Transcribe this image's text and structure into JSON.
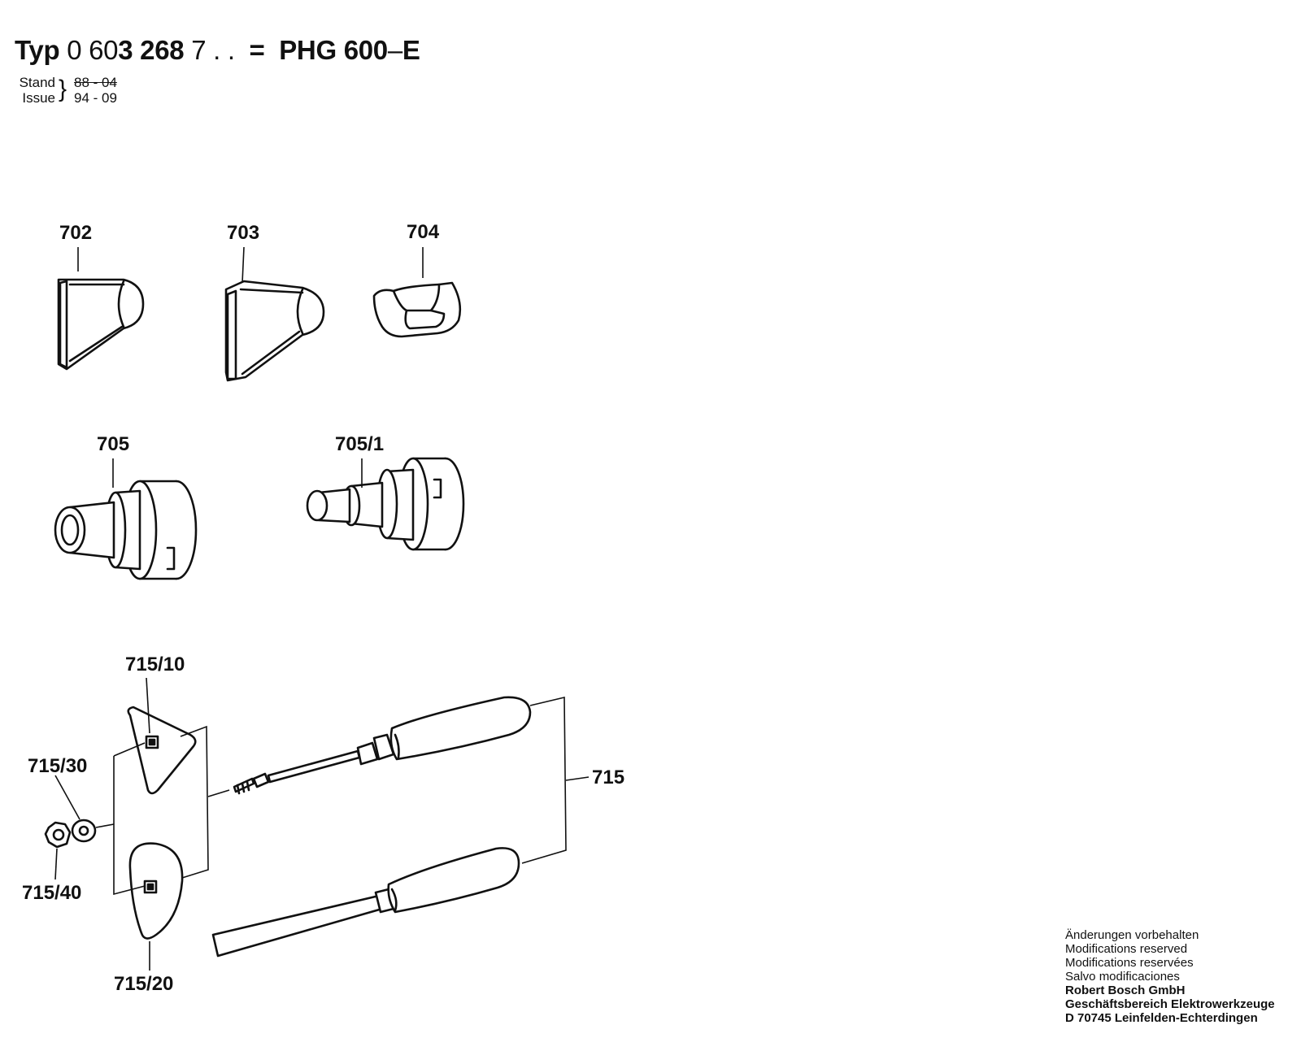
{
  "header": {
    "typ_label": "Typ",
    "typ_prefix": "0 60",
    "typ_code": "3 268",
    "typ_suffix": "7 . .",
    "equals": "=",
    "model": "PHG 600",
    "model_dash": "–",
    "model_variant": "E",
    "stand_label": "Stand",
    "issue_label": "Issue",
    "stand_value": "88 - 04",
    "issue_value": "94 - 09"
  },
  "parts": [
    {
      "id": "702"
    },
    {
      "id": "703"
    },
    {
      "id": "704"
    },
    {
      "id": "705"
    },
    {
      "id": "705/1"
    },
    {
      "id": "715/10"
    },
    {
      "id": "715/30"
    },
    {
      "id": "715"
    },
    {
      "id": "715/40"
    },
    {
      "id": "715/20"
    }
  ],
  "footer": {
    "lines": [
      "Änderungen vorbehalten",
      "Modifications reserved",
      "Modifications reservées",
      "Salvo modificaciones"
    ],
    "company": "Robert Bosch GmbH",
    "division": "Geschäftsbereich Elektrowerkzeuge",
    "address": "D 70745 Leinfelden-Echterdingen"
  }
}
